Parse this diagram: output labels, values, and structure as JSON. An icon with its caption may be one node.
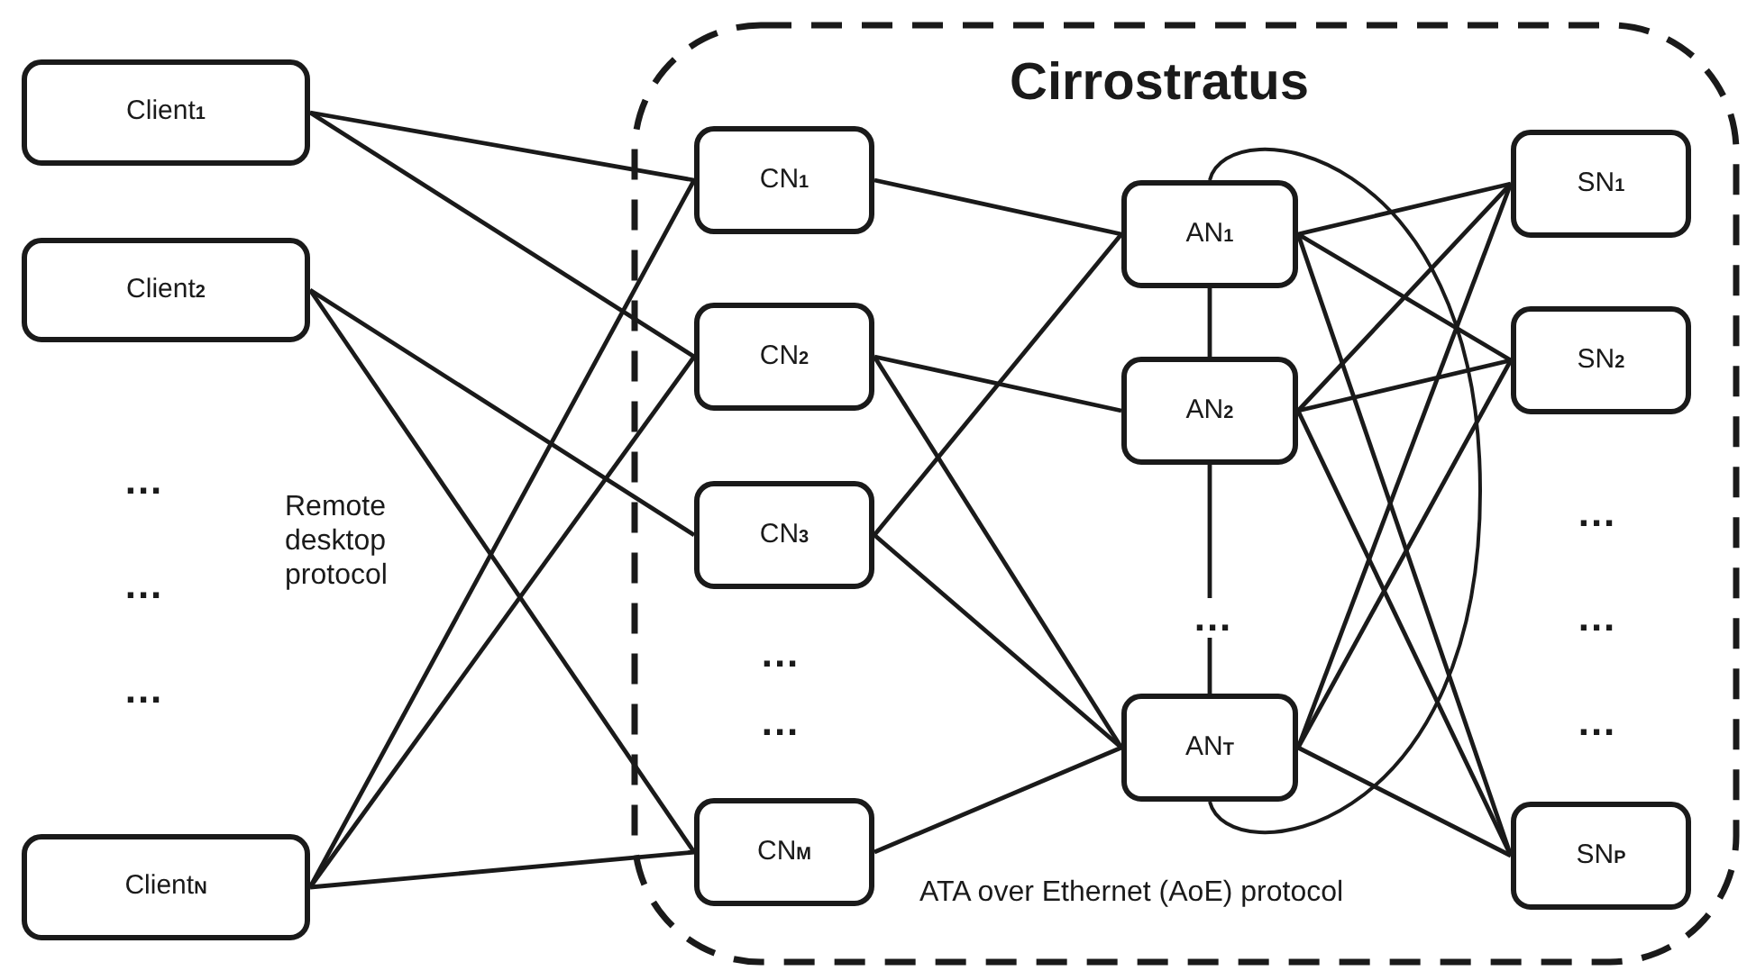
{
  "diagram": {
    "nodes": [
      {
        "text": [
          "Client$_{1}$"
        ]
      },
      {
        "text": [
          "Client$_{2}$"
        ]
      },
      {
        "text": [
          "Client$_{N}$"
        ]
      },
      {
        "text": [
          "Cirrostratus"
        ]
      },
      {
        "text": [
          "CN$_{1}$"
        ],
        "in": 3
      },
      {
        "text": [
          "CN$_{2}$"
        ],
        "in": 3
      },
      {
        "text": [
          "CN$_{3}$"
        ],
        "in": 3
      },
      {
        "text": [
          "CN$_{M}$"
        ],
        "in": 3
      },
      {
        "text": [
          "AN$_{1}$"
        ],
        "in": 3
      },
      {
        "text": [
          "AN$_{2}$"
        ],
        "in": 3
      },
      {
        "text": [
          "AN$_{T}$"
        ],
        "in": 3
      },
      {
        "text": [
          "SN$_{1}$"
        ],
        "in": 3
      },
      {
        "text": [
          "SN$_{2}$"
        ],
        "in": 3
      },
      {
        "text": [
          "SN$_{P}$"
        ],
        "in": 3
      }
    ],
    "edges": [
      {
        "from": 0,
        "to": 4,
        "arrow": "none"
      },
      {
        "from": 0,
        "to": 5,
        "arrow": "none"
      },
      {
        "from": 1,
        "to": 6,
        "arrow": "none"
      },
      {
        "from": 1,
        "to": 7,
        "arrow": "none"
      },
      {
        "from": 2,
        "to": 4,
        "arrow": "none"
      },
      {
        "from": 2,
        "to": 5,
        "arrow": "none"
      },
      {
        "from": 2,
        "to": 7,
        "arrow": "none"
      },
      {
        "from": 4,
        "to": 8,
        "arrow": "none"
      },
      {
        "from": 5,
        "to": 9,
        "arrow": "none"
      },
      {
        "from": 5,
        "to": 10,
        "arrow": "none"
      },
      {
        "from": 6,
        "to": 8,
        "arrow": "none"
      },
      {
        "from": 6,
        "to": 10,
        "arrow": "none"
      },
      {
        "from": 7,
        "to": 10,
        "arrow": "none"
      },
      {
        "from": 8,
        "to": 9,
        "arrow": "none"
      },
      {
        "from": 9,
        "to": 10,
        "arrow": "none"
      },
      {
        "from": 8,
        "to": 10,
        "arrow": "none"
      },
      {
        "from": 8,
        "to": 11,
        "arrow": "none"
      },
      {
        "from": 8,
        "to": 12,
        "arrow": "none"
      },
      {
        "from": 8,
        "to": 13,
        "arrow": "none"
      },
      {
        "from": 9,
        "to": 11,
        "arrow": "none"
      },
      {
        "from": 9,
        "to": 12,
        "arrow": "none"
      },
      {
        "from": 9,
        "to": 13,
        "arrow": "none"
      },
      {
        "from": 10,
        "to": 11,
        "arrow": "none"
      },
      {
        "from": 10,
        "to": 12,
        "arrow": "none"
      },
      {
        "from": 10,
        "to": 13,
        "arrow": "none"
      }
    ],
    "labels": [
      "...",
      "...",
      "...",
      "Remote desktop protocol",
      "...",
      "...",
      "...",
      "...",
      "...",
      "...",
      "ATA over Ethernet (AoE) protocol"
    ]
  }
}
